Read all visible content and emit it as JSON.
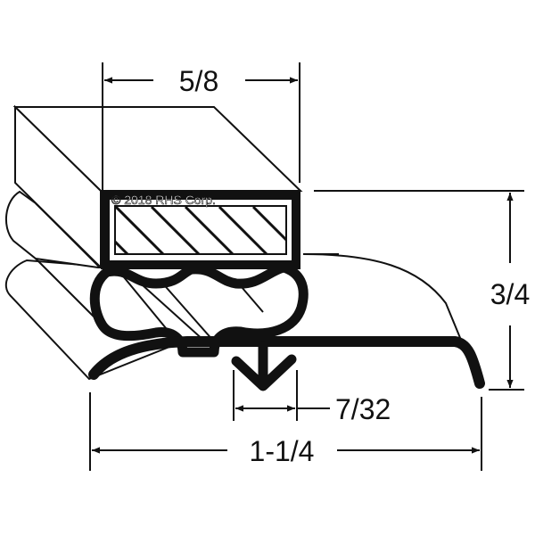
{
  "diagram": {
    "copyright": "© 2018 RHS Corp.",
    "dimensions": {
      "top_width": "5/8",
      "height": "3/4",
      "dart_width": "7/32",
      "overall_width": "1-1/4"
    },
    "colors": {
      "line": "#111111",
      "background": "#ffffff"
    }
  }
}
